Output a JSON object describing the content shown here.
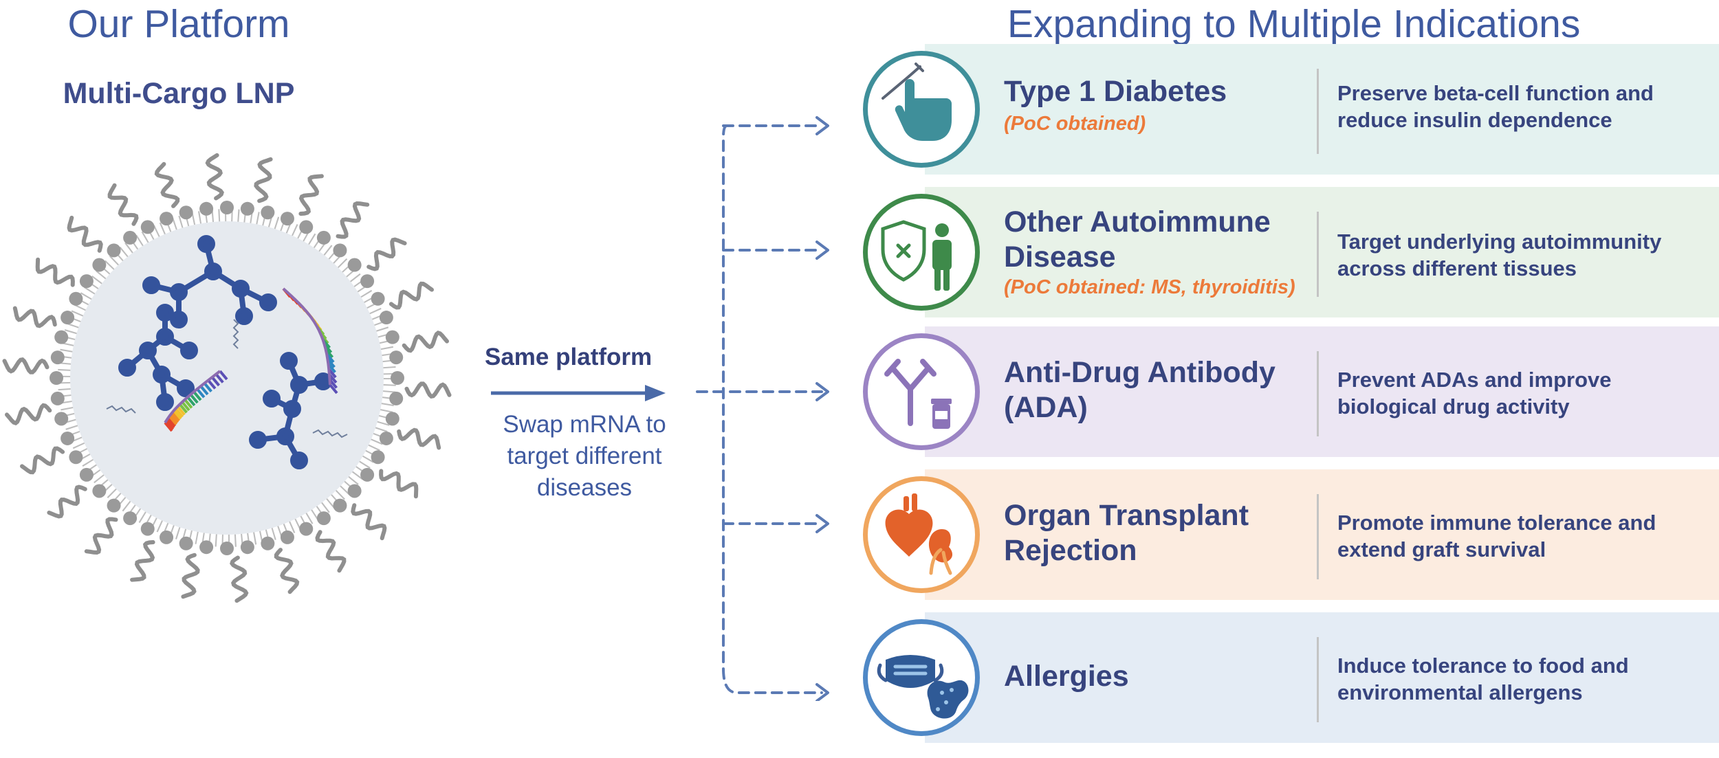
{
  "header": {
    "left_title": "Our Platform",
    "right_title": "Expanding to Multiple Indications",
    "subtitle": "Multi-Cargo LNP"
  },
  "middle": {
    "arrow_label": "Same platform",
    "swap_text": "Swap mRNA to target different diseases"
  },
  "indications": [
    {
      "title_lines": [
        "Type 1 Diabetes"
      ],
      "poc": "(PoC obtained)",
      "desc_lines": [
        "Preserve beta-cell function and",
        "reduce insulin dependence"
      ],
      "icon": "syringe-hand-icon",
      "color": "#3f8f9a",
      "bg": "#e4f2f0"
    },
    {
      "title_lines": [
        "Other Autoimmune",
        "Disease"
      ],
      "poc": "(PoC obtained: MS, thyroiditis)",
      "desc_lines": [
        "Target underlying autoimmunity",
        "across different tissues"
      ],
      "icon": "shield-person-icon",
      "color": "#3e8a4a",
      "bg": "#e8f2e8"
    },
    {
      "title_lines": [
        "Anti-Drug Antibody",
        "(ADA)"
      ],
      "poc": "",
      "desc_lines": [
        "Prevent ADAs and improve",
        "biological drug activity"
      ],
      "icon": "antibody-vial-icon",
      "color": "#9b84c4",
      "bg": "#ece6f3"
    },
    {
      "title_lines": [
        "Organ Transplant",
        "Rejection"
      ],
      "poc": "",
      "desc_lines": [
        "Promote immune tolerance and",
        "extend graft survival"
      ],
      "icon": "heart-kidney-icon",
      "color": "#f0a65e",
      "bg": "#fcece0"
    },
    {
      "title_lines": [
        "Allergies"
      ],
      "poc": "",
      "desc_lines": [
        "Induce tolerance to food and",
        "environmental allergens"
      ],
      "icon": "mask-peanut-icon",
      "color": "#4f88c6",
      "bg": "#e4ecf5"
    }
  ]
}
